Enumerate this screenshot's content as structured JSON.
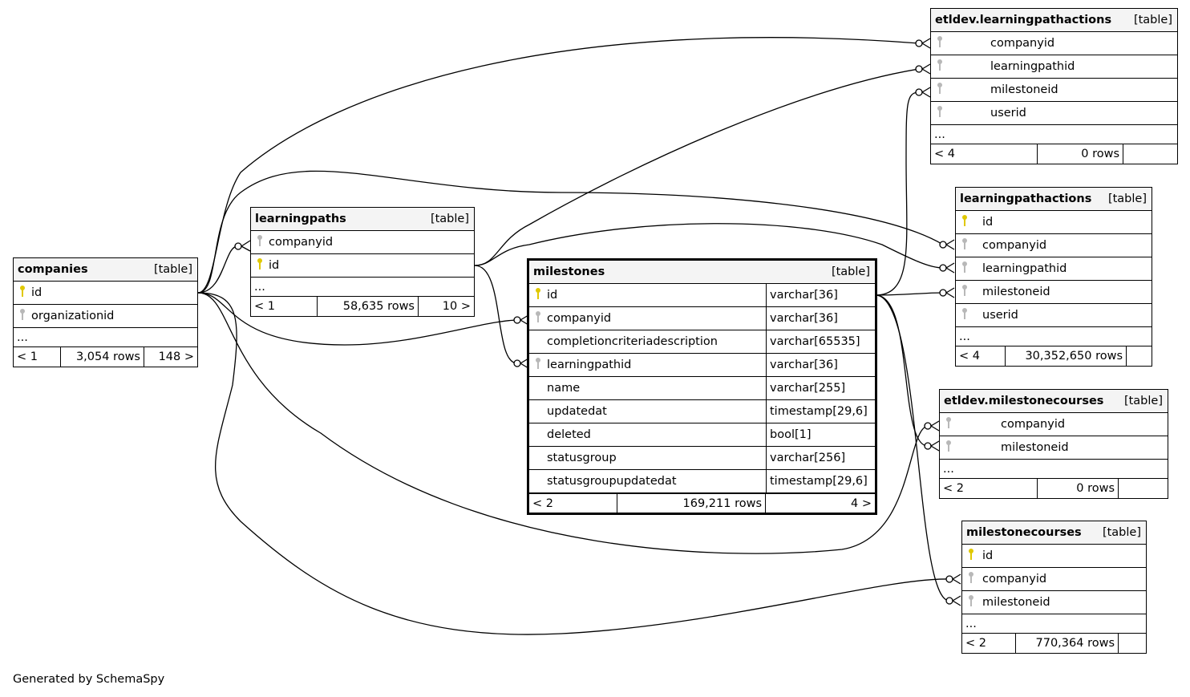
{
  "credit": "Generated by SchemaSpy",
  "tables": {
    "companies": {
      "name": "companies",
      "type": "[table]",
      "columns": [
        {
          "name": "id",
          "key": "pk"
        },
        {
          "name": "organizationid",
          "key": "fk"
        }
      ],
      "ellipsis": "...",
      "parents": "< 1",
      "rows": "3,054 rows",
      "children": "148 >"
    },
    "learningpaths": {
      "name": "learningpaths",
      "type": "[table]",
      "columns": [
        {
          "name": "companyid",
          "key": "fk"
        },
        {
          "name": "id",
          "key": "pk"
        }
      ],
      "ellipsis": "...",
      "parents": "< 1",
      "rows": "58,635 rows",
      "children": "10 >"
    },
    "milestones": {
      "name": "milestones",
      "type": "[table]",
      "columns": [
        {
          "name": "id",
          "key": "pk",
          "dtype": "varchar[36]"
        },
        {
          "name": "companyid",
          "key": "fk",
          "dtype": "varchar[36]"
        },
        {
          "name": "completioncriteriadescription",
          "key": "",
          "dtype": "varchar[65535]"
        },
        {
          "name": "learningpathid",
          "key": "fk",
          "dtype": "varchar[36]"
        },
        {
          "name": "name",
          "key": "",
          "dtype": "varchar[255]"
        },
        {
          "name": "updatedat",
          "key": "",
          "dtype": "timestamp[29,6]"
        },
        {
          "name": "deleted",
          "key": "",
          "dtype": "bool[1]"
        },
        {
          "name": "statusgroup",
          "key": "",
          "dtype": "varchar[256]"
        },
        {
          "name": "statusgroupupdatedat",
          "key": "",
          "dtype": "timestamp[29,6]"
        }
      ],
      "parents": "< 2",
      "rows": "169,211 rows",
      "children": "4 >"
    },
    "etldev_lpa": {
      "name": "etldev.learningpathactions",
      "type": "[table]",
      "columns": [
        {
          "name": "companyid",
          "key": "fk"
        },
        {
          "name": "learningpathid",
          "key": "fk"
        },
        {
          "name": "milestoneid",
          "key": "fk"
        },
        {
          "name": "userid",
          "key": "fk"
        }
      ],
      "ellipsis": "...",
      "parents": "< 4",
      "rows": "0 rows",
      "children": ""
    },
    "lpa": {
      "name": "learningpathactions",
      "type": "[table]",
      "columns": [
        {
          "name": "id",
          "key": "pk"
        },
        {
          "name": "companyid",
          "key": "fk"
        },
        {
          "name": "learningpathid",
          "key": "fk"
        },
        {
          "name": "milestoneid",
          "key": "fk"
        },
        {
          "name": "userid",
          "key": "fk"
        }
      ],
      "ellipsis": "...",
      "parents": "< 4",
      "rows": "30,352,650 rows",
      "children": ""
    },
    "etldev_mc": {
      "name": "etldev.milestonecourses",
      "type": "[table]",
      "columns": [
        {
          "name": "companyid",
          "key": "fk"
        },
        {
          "name": "milestoneid",
          "key": "fk"
        }
      ],
      "ellipsis": "...",
      "parents": "< 2",
      "rows": "0 rows",
      "children": ""
    },
    "mc": {
      "name": "milestonecourses",
      "type": "[table]",
      "columns": [
        {
          "name": "id",
          "key": "pk"
        },
        {
          "name": "companyid",
          "key": "fk"
        },
        {
          "name": "milestoneid",
          "key": "fk"
        }
      ],
      "ellipsis": "...",
      "parents": "< 2",
      "rows": "770,364 rows",
      "children": ""
    }
  }
}
